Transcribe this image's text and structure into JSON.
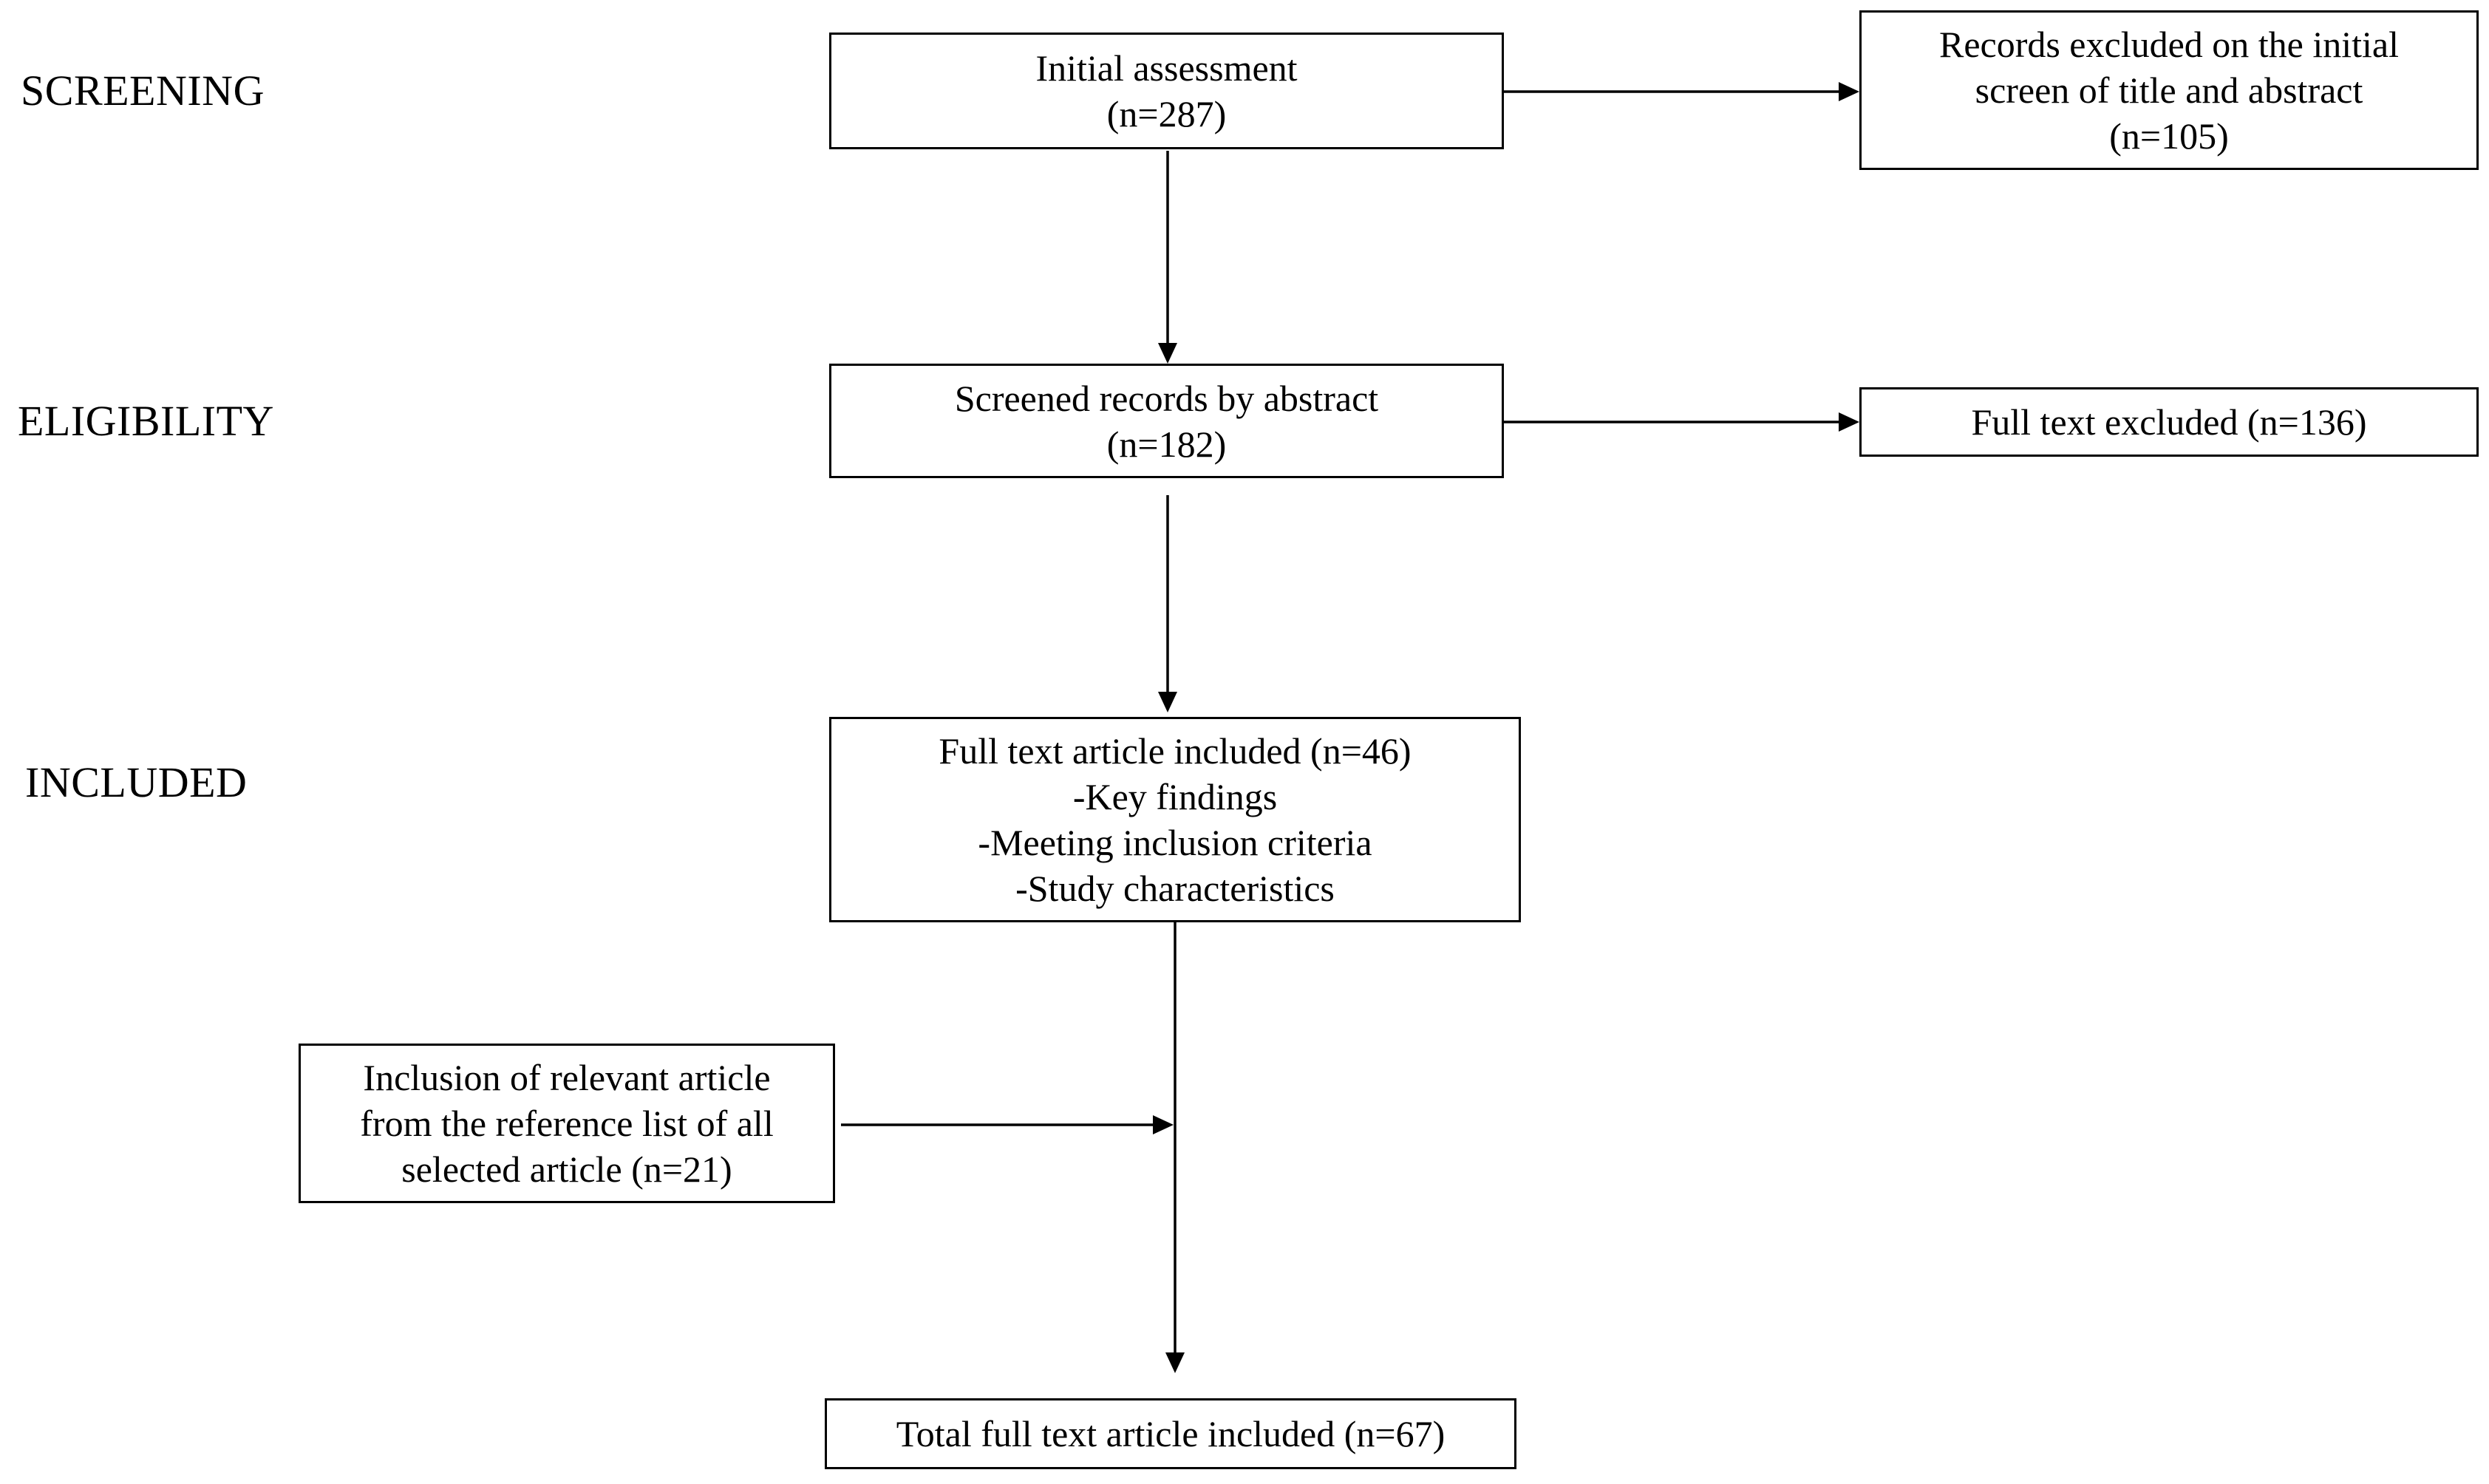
{
  "stages": {
    "screening": "SCREENING",
    "eligibility": "ELIGIBILITY",
    "included": "INCLUDED"
  },
  "boxes": {
    "initial_assessment": {
      "lines": [
        "Initial assessment",
        "(n=287)"
      ]
    },
    "excluded_title_abstract": {
      "lines": [
        "Records excluded on the initial",
        "screen of title and abstract",
        "(n=105)"
      ]
    },
    "screened_by_abstract": {
      "lines": [
        "Screened records by abstract",
        "(n=182)"
      ]
    },
    "full_text_excluded": {
      "lines": [
        "Full text excluded (n=136)"
      ]
    },
    "full_text_included": {
      "lines": [
        "Full text article included (n=46)",
        "-Key findings",
        "-Meeting inclusion criteria",
        "-Study characteristics"
      ]
    },
    "reference_list_inclusion": {
      "lines": [
        "Inclusion of relevant article",
        "from the reference list of all",
        "selected article (n=21)"
      ]
    },
    "total_included": {
      "lines": [
        "Total full text article included (n=67)"
      ]
    }
  }
}
